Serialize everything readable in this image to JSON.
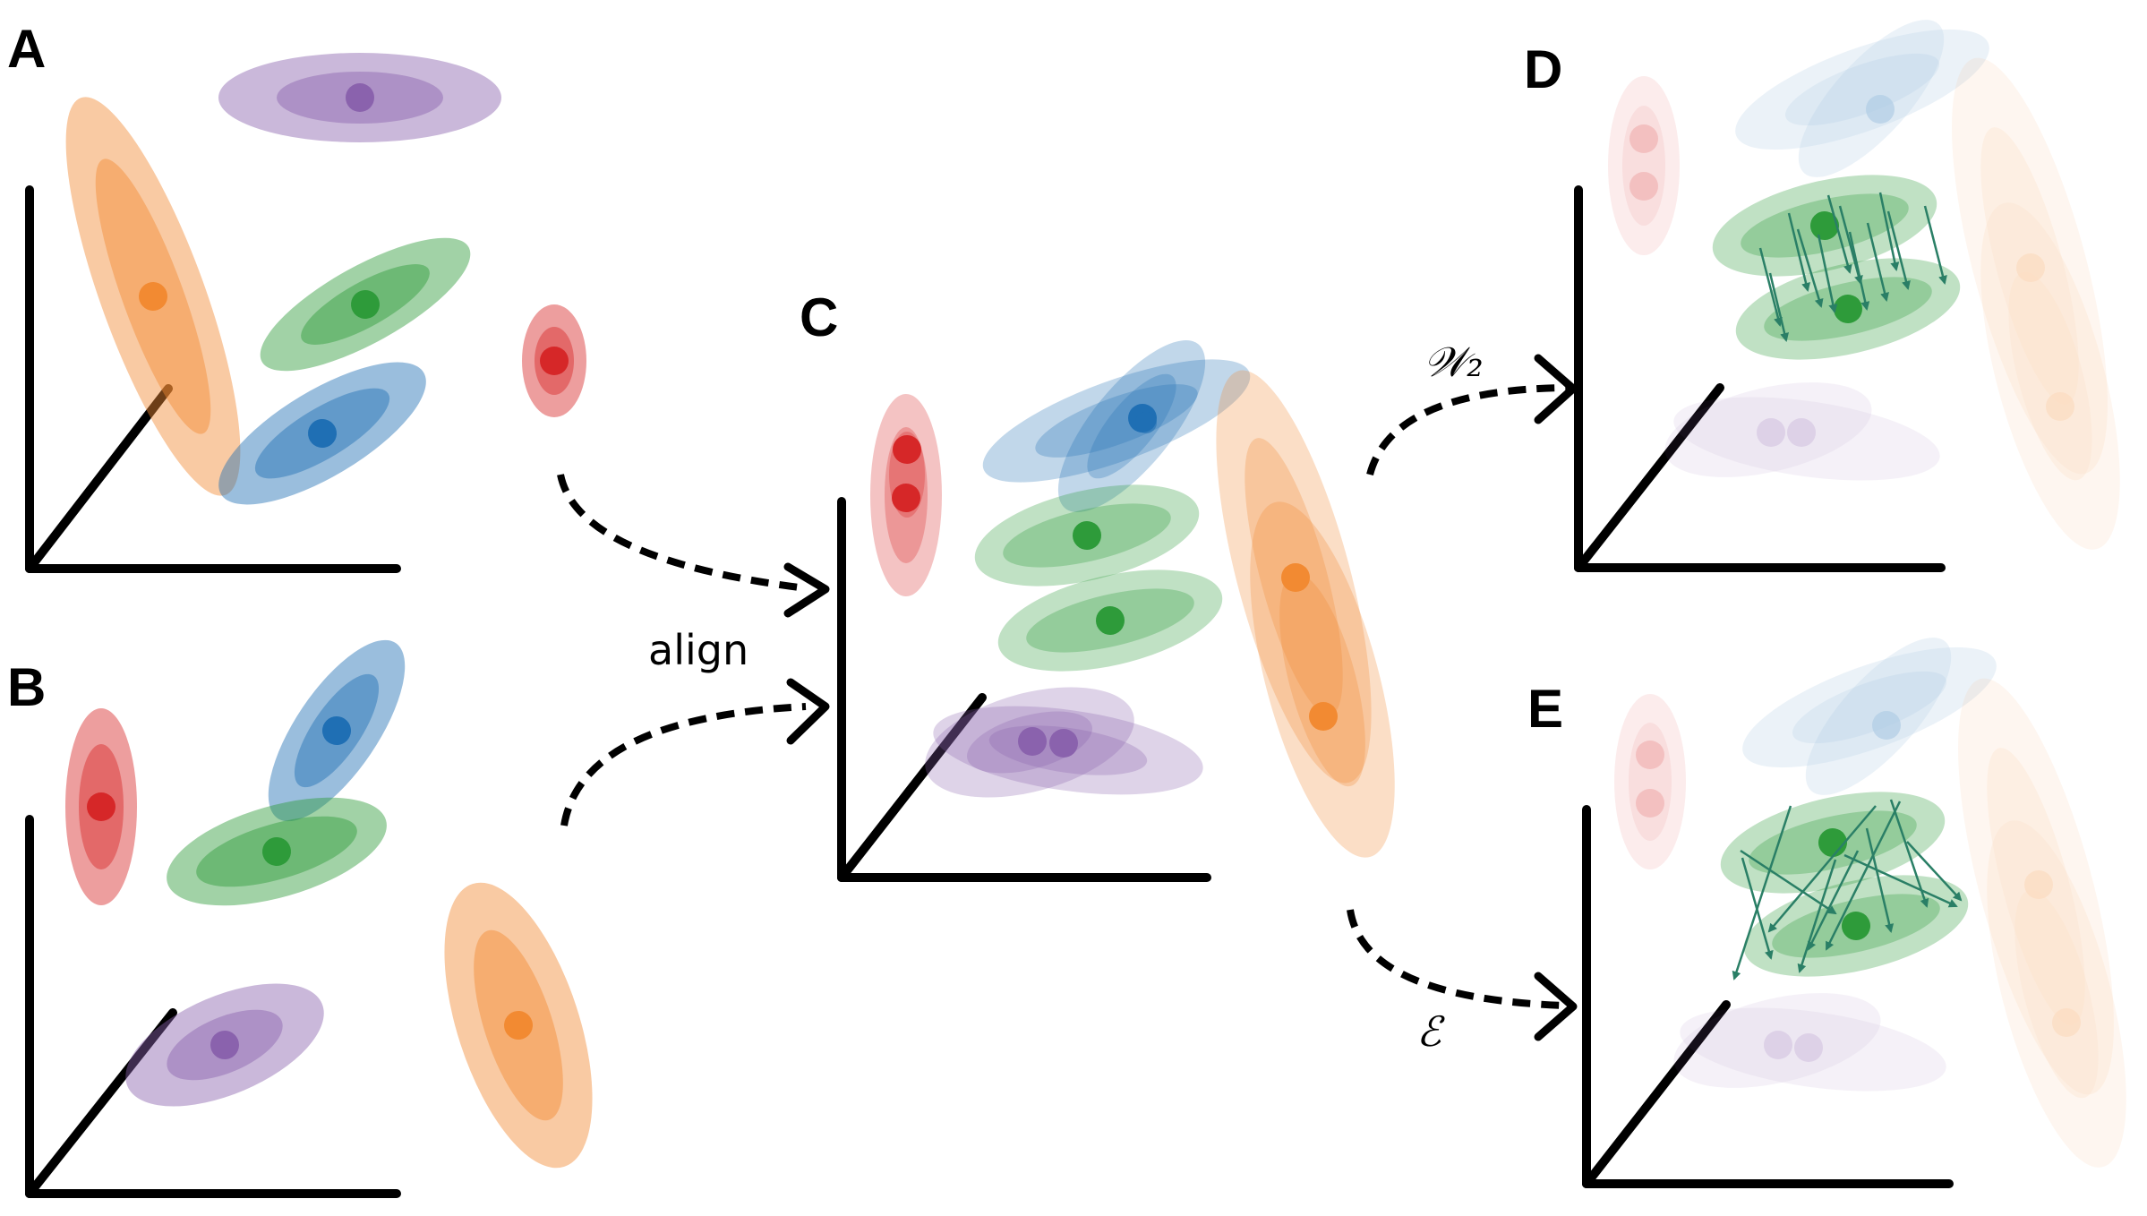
{
  "labels": {
    "A": "A",
    "B": "B",
    "C": "C",
    "D": "D",
    "E": "E",
    "align": "align",
    "w2": "𝒲₂",
    "energy": "ℰ"
  },
  "colors": {
    "red": "#d62728",
    "blue": "#1f6fb4",
    "green": "#2e9b3a",
    "orange": "#f28a32",
    "purple": "#8a62ad",
    "arrow_teal": "#2a7f66",
    "axes": "#000000"
  }
}
